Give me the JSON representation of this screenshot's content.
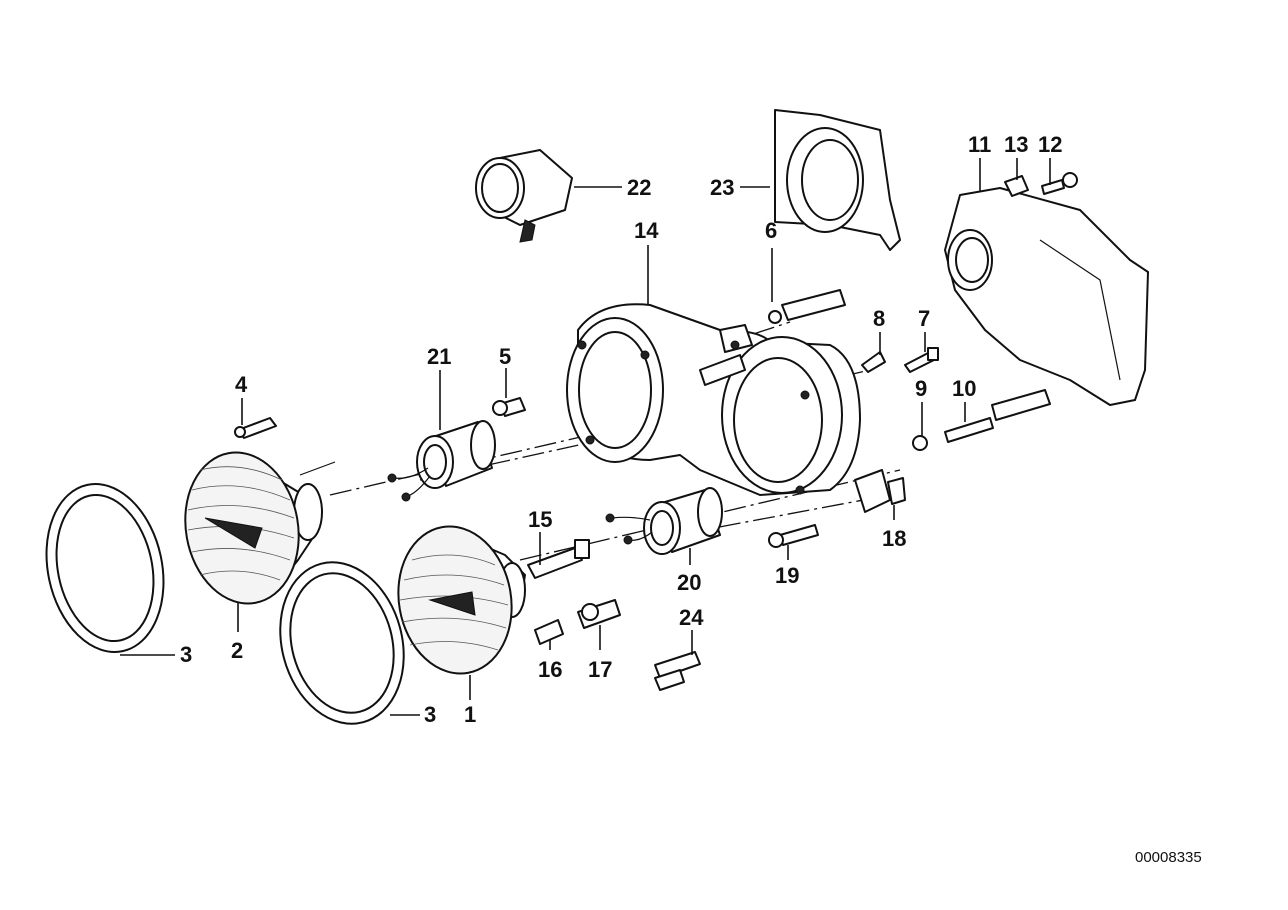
{
  "diagram": {
    "document_number": "00008335",
    "callouts": {
      "c1": "1",
      "c2": "2",
      "c3a": "3",
      "c3b": "3",
      "c4": "4",
      "c5": "5",
      "c6": "6",
      "c7": "7",
      "c8": "8",
      "c9": "9",
      "c10": "10",
      "c11": "11",
      "c12": "12",
      "c13": "13",
      "c14": "14",
      "c15": "15",
      "c16": "16",
      "c17": "17",
      "c18": "18",
      "c19": "19",
      "c20": "20",
      "c21": "21",
      "c22": "22",
      "c23": "23",
      "c24": "24"
    }
  }
}
